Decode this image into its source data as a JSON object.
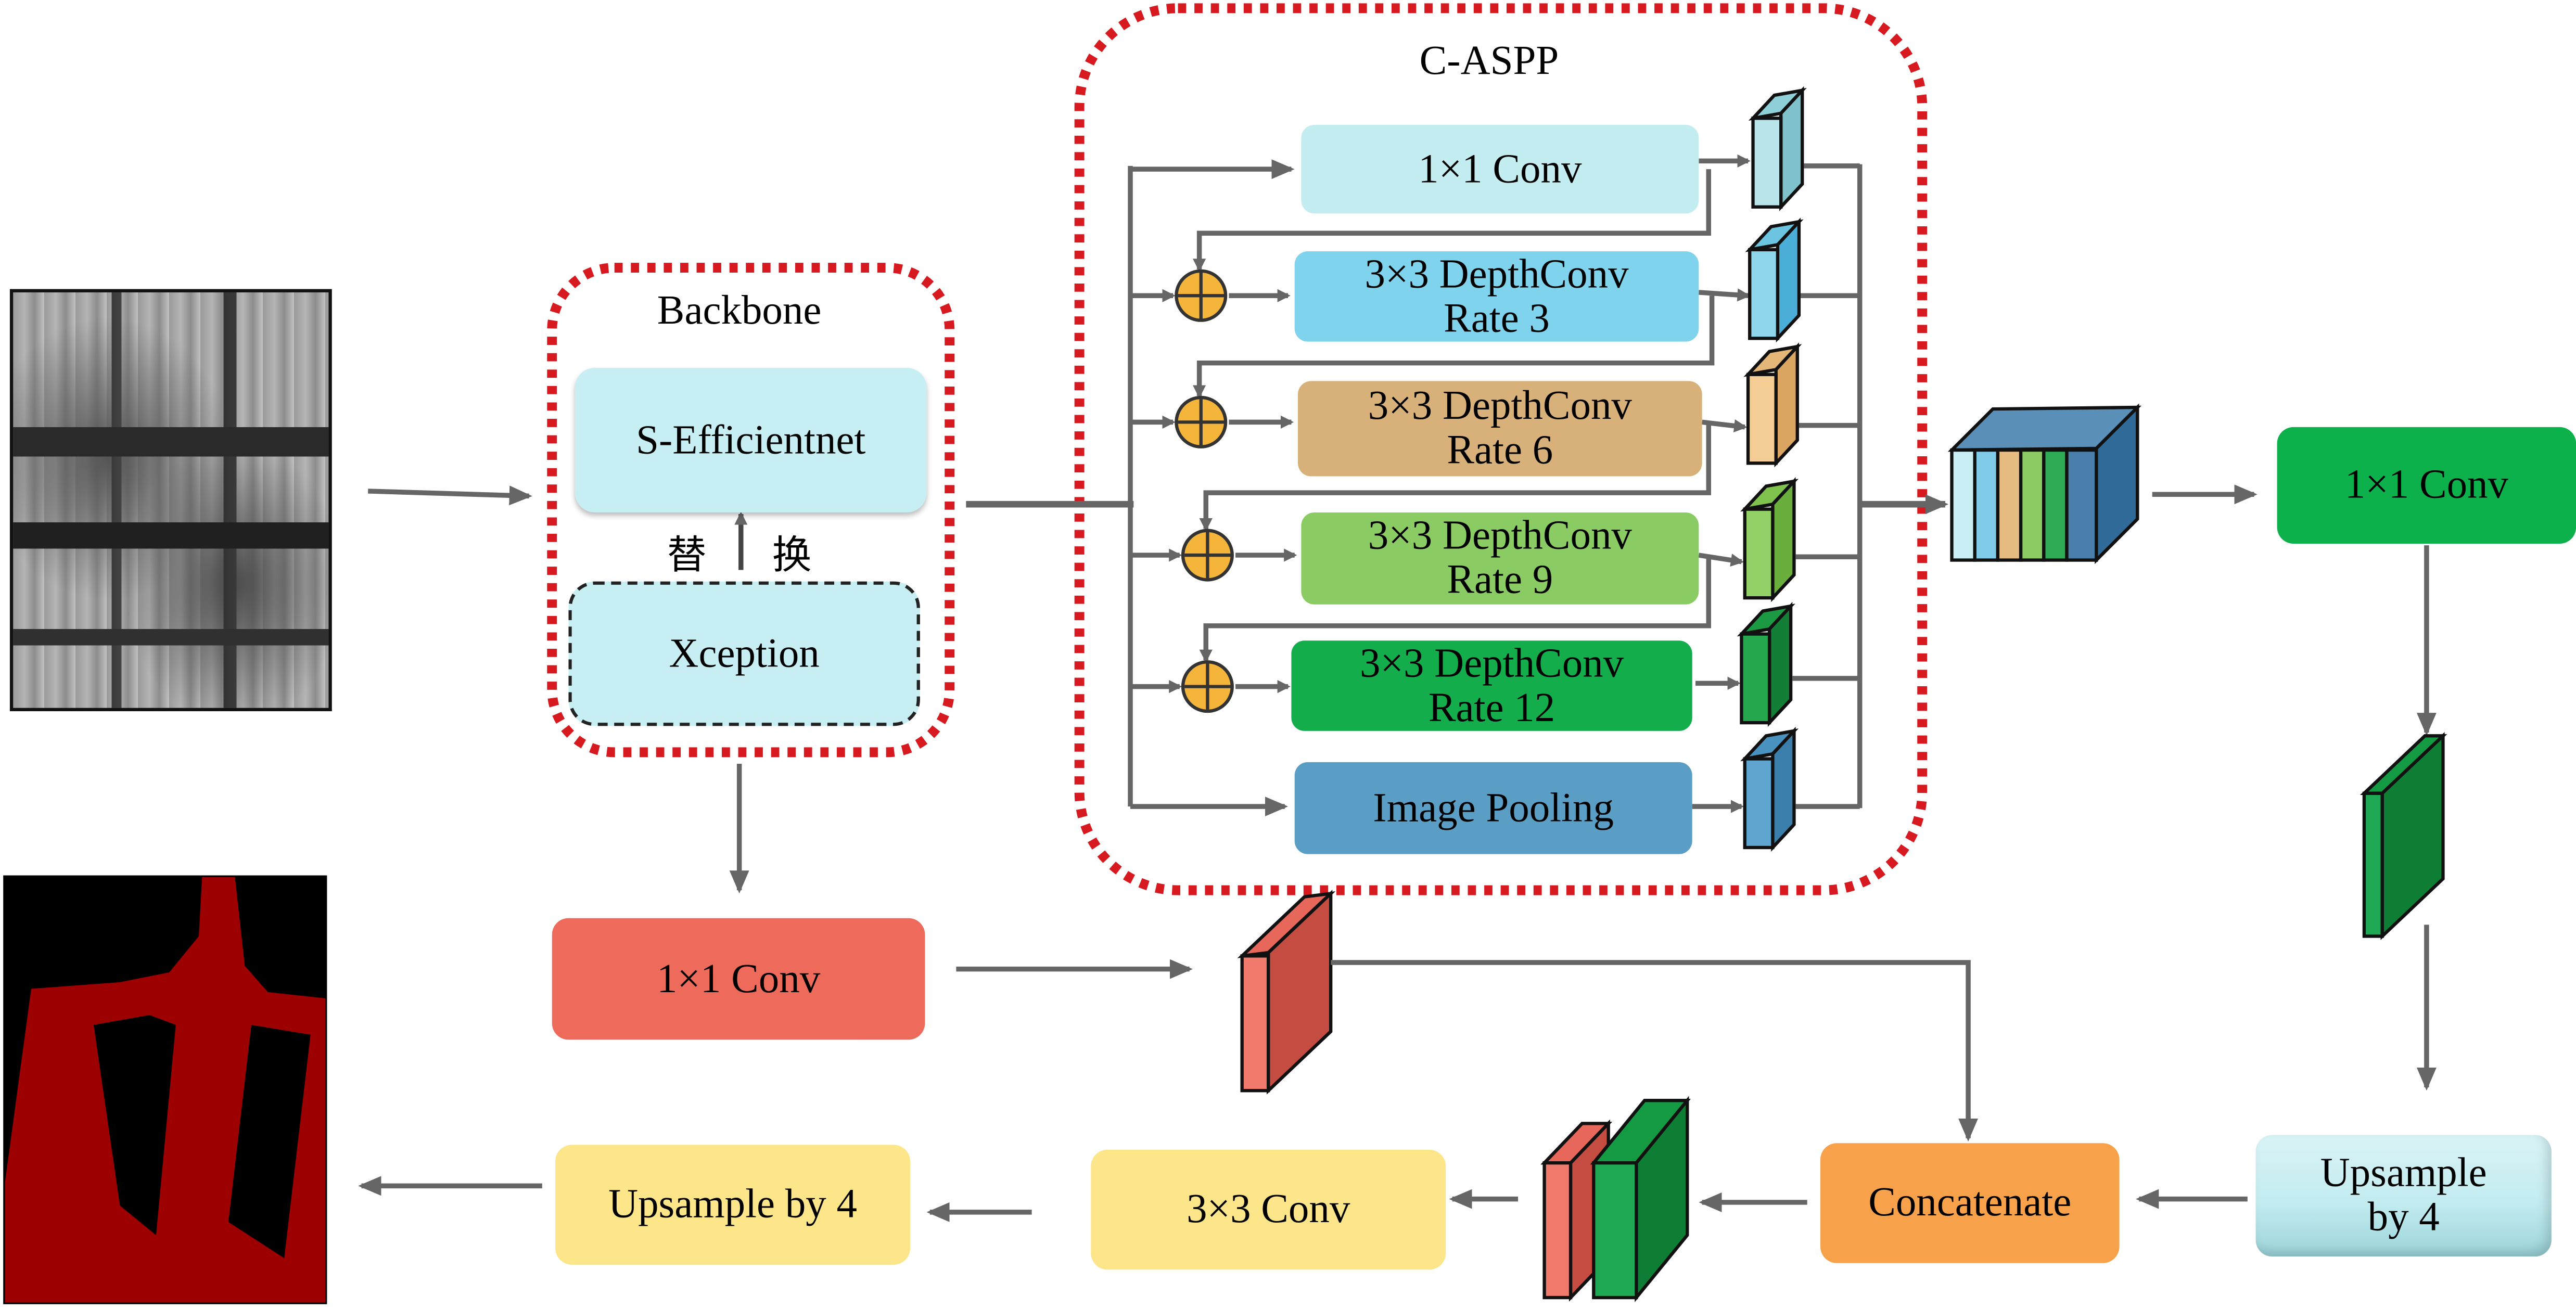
{
  "backbone": {
    "title": "Backbone",
    "primary": "S-Efficientnet",
    "replace_char_1": "替",
    "replace_char_2": "换",
    "alternative": "Xception"
  },
  "aspp": {
    "title": "C-ASPP",
    "branches": [
      {
        "line1": "1×1 Conv",
        "line2": "",
        "color": "#c3edf0"
      },
      {
        "line1": "3×3 DepthConv",
        "line2": "Rate 3",
        "color": "#7fd3ec"
      },
      {
        "line1": "3×3 DepthConv",
        "line2": "Rate 6",
        "color": "#d8b07a"
      },
      {
        "line1": "3×3 DepthConv",
        "line2": "Rate 9",
        "color": "#8bcb63"
      },
      {
        "line1": "3×3 DepthConv",
        "line2": "Rate 12",
        "color": "#14ad4c"
      },
      {
        "line1": "Image Pooling",
        "line2": "",
        "color": "#5a9ec6"
      }
    ]
  },
  "encoder_conv": {
    "label": "1×1 Conv",
    "color": "#0cb14b"
  },
  "low_level_conv": {
    "label": "1×1 Conv",
    "color": "#ee6b5b"
  },
  "upsample_right": {
    "line1": "Upsample",
    "line2": "by 4"
  },
  "concatenate": {
    "label": "Concatenate",
    "color": "#f7a24a"
  },
  "conv3x3": {
    "label": "3×3 Conv",
    "color": "#fde68a"
  },
  "upsample_final": {
    "label": "Upsample by 4",
    "color": "#fde68a"
  },
  "colors": {
    "dotted_frame": "#d71920",
    "arrow": "#666666",
    "adder": "#f5b53a",
    "light_cyan": "#c7eef2",
    "mask_red": "#9c0000"
  },
  "icons": {
    "input_image": "grayscale-aerial-photo",
    "output_image": "segmentation-mask",
    "adder": "circle-plus-icon",
    "feature_map": "feature-cube-icon"
  }
}
